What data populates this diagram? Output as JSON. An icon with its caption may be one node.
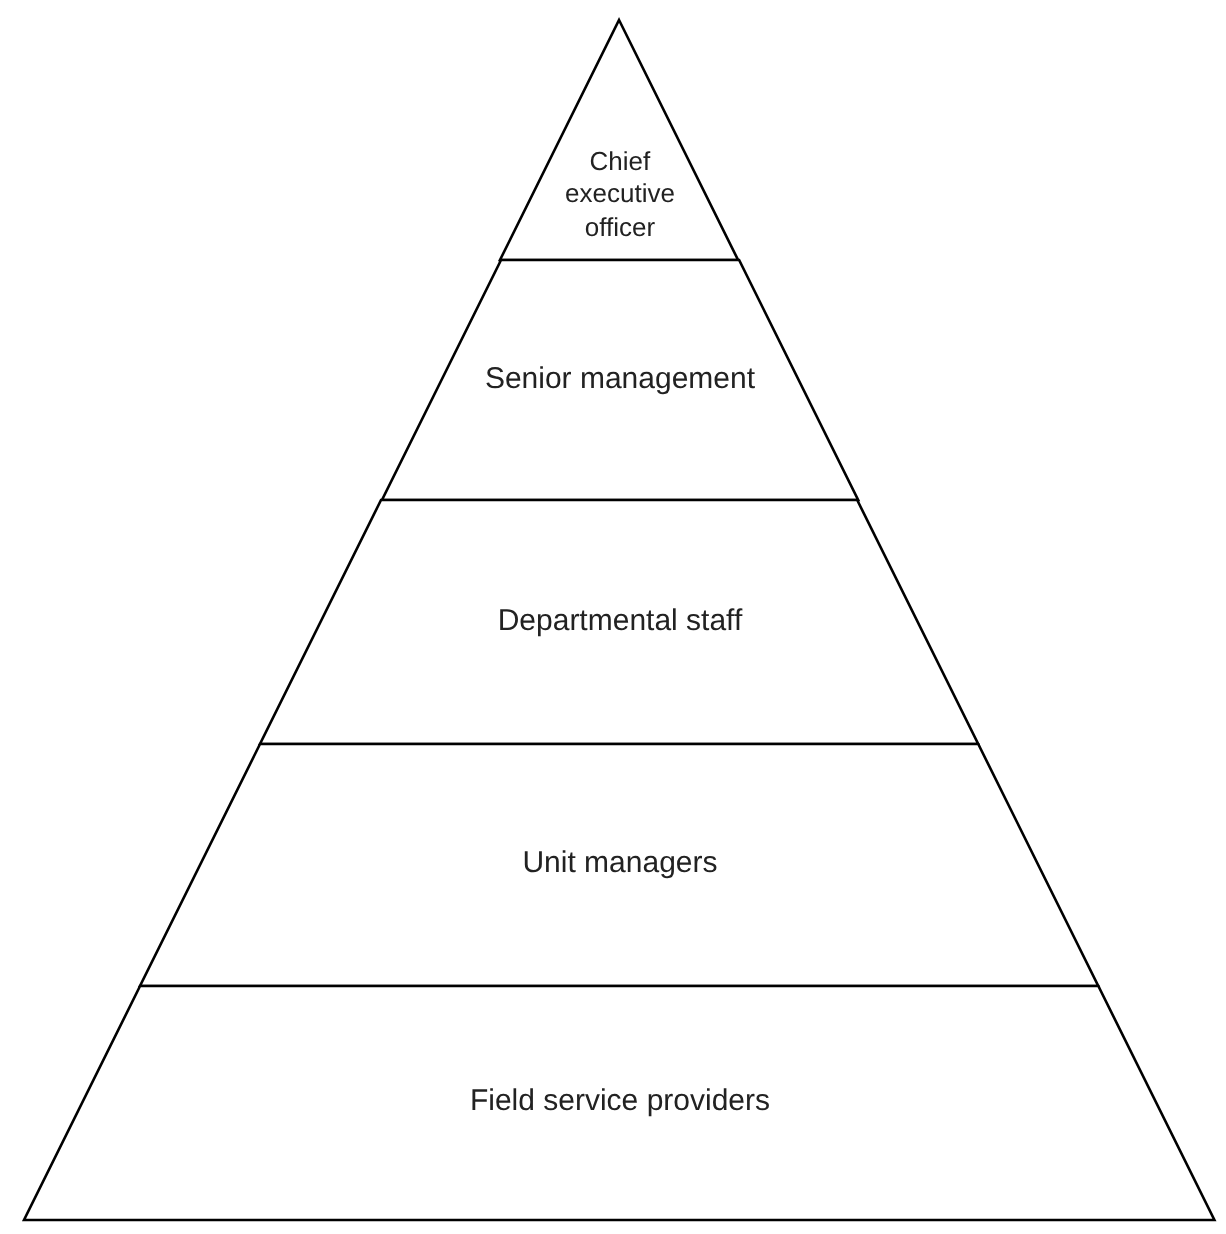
{
  "diagram": {
    "nodes": [
      {
        "text": [
          "Chief executive officer"
        ]
      },
      {
        "text": [
          "Senior management"
        ]
      },
      {
        "text": [
          "Departmental staff"
        ]
      },
      {
        "text": [
          "Unit managers"
        ]
      },
      {
        "text": [
          "Field service providers"
        ]
      }
    ]
  }
}
